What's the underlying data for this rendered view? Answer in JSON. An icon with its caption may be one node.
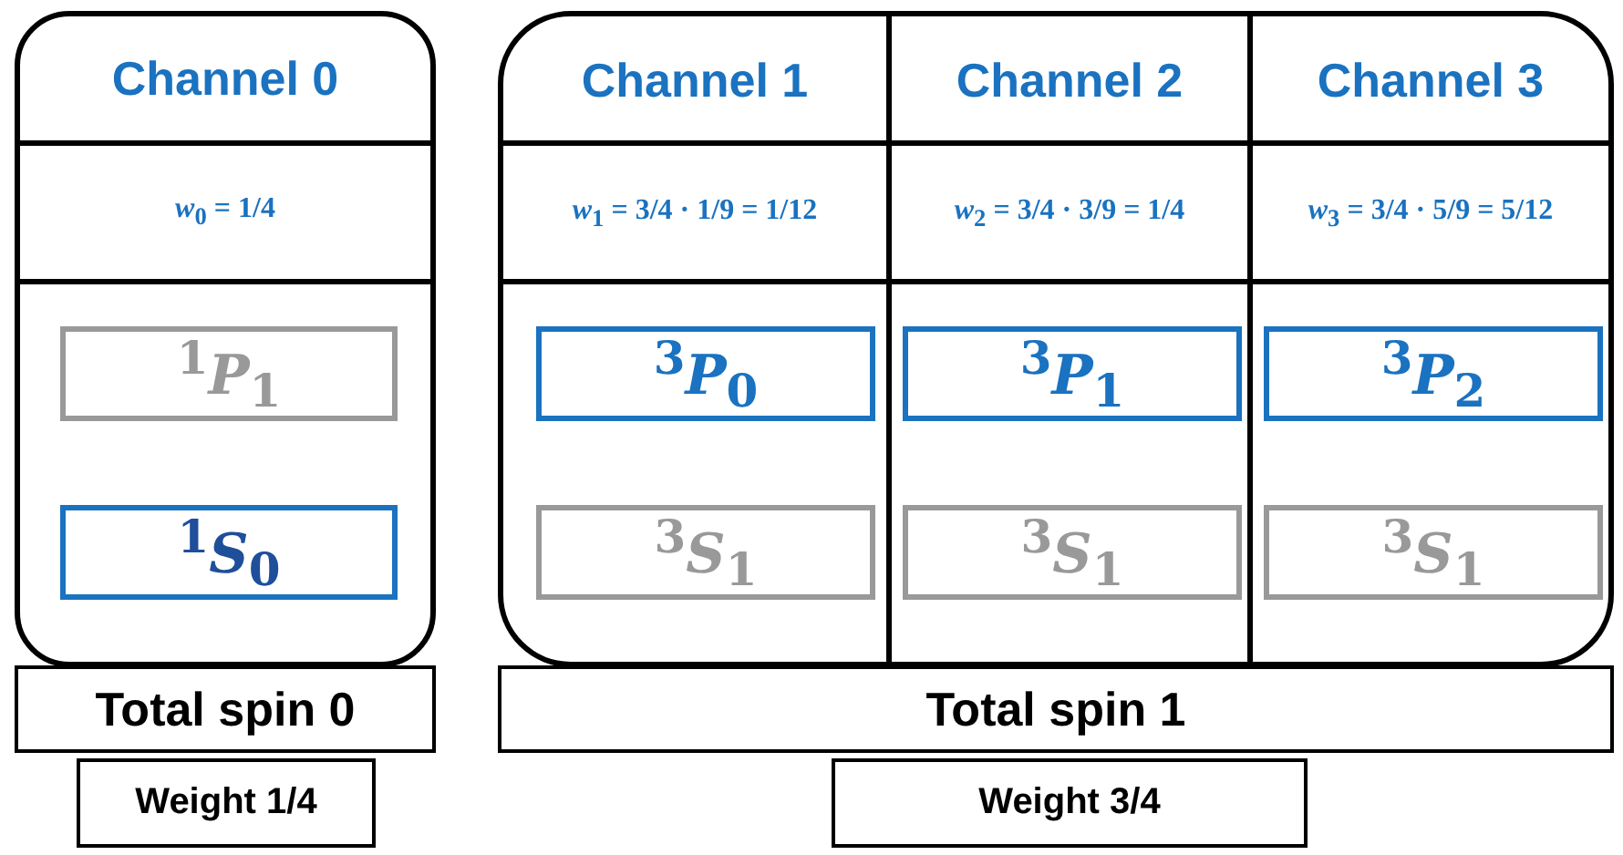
{
  "diagram": {
    "nodes": [
      {
        "text": [
          "Channel 0",
          "*w*$_{0}$ = 1/4"
        ]
      },
      {
        "text": [
          "$^{1}$*P*$_{1}$"
        ],
        "in": 0
      },
      {
        "text": [
          "$^{1}$*S*$_{0}$"
        ],
        "in": 0
      },
      {
        "text": [],
        "shape": "box"
      },
      {
        "text": [
          "Channel 1",
          "*w*$_{1}$ = 3/4 · 1/9 = 1/12"
        ],
        "in": 3
      },
      {
        "text": [
          "$^{3}$*P*$_{0}$"
        ],
        "in": 4
      },
      {
        "text": [
          "$^{3}$*S*$_{1}$"
        ],
        "in": 4
      },
      {
        "text": [
          "Channel 2",
          "*w*$_{2}$ = 3/4 · 3/9 = 1/4"
        ],
        "in": 3
      },
      {
        "text": [
          "$^{3}$*P*$_{1}$"
        ],
        "in": 7
      },
      {
        "text": [
          "$^{3}$*S*$_{1}$"
        ],
        "in": 7
      },
      {
        "text": [
          "Channel 3",
          "*w*$_{3}$ = 3/4 · 5/9 = 5/12"
        ],
        "in": 3
      },
      {
        "text": [
          "$^{3}$*P*$_{2}$"
        ],
        "in": 10
      },
      {
        "text": [
          "$^{3}$*S*$_{1}$"
        ],
        "in": 10
      },
      {
        "text": [
          "Total spin 0"
        ]
      },
      {
        "text": [
          "Total spin 1"
        ]
      },
      {
        "text": [
          "Weight 1/4"
        ]
      },
      {
        "text": [
          "Weight 3/4"
        ]
      }
    ],
    "edges": []
  }
}
